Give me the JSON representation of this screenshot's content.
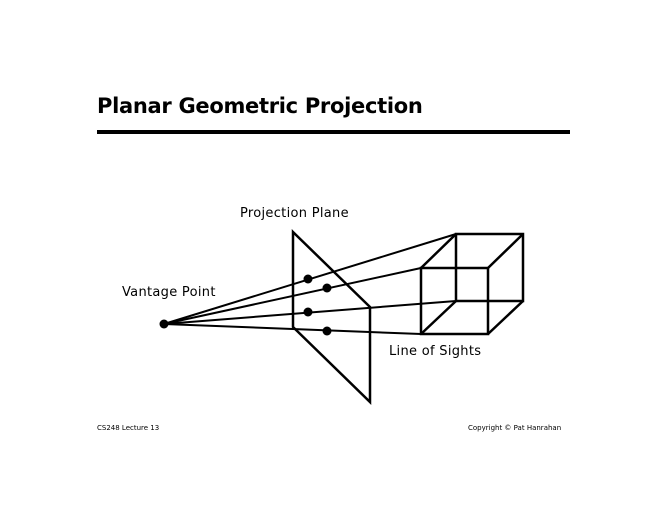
{
  "slide": {
    "title": "Planar Geometric Projection",
    "labels": {
      "projection_plane": "Projection Plane",
      "vantage_point": "Vantage Point",
      "line_of_sights": "Line of Sights"
    },
    "footer": {
      "left": "CS248 Lecture 13",
      "right": "Copyright © Pat Hanrahan"
    }
  }
}
